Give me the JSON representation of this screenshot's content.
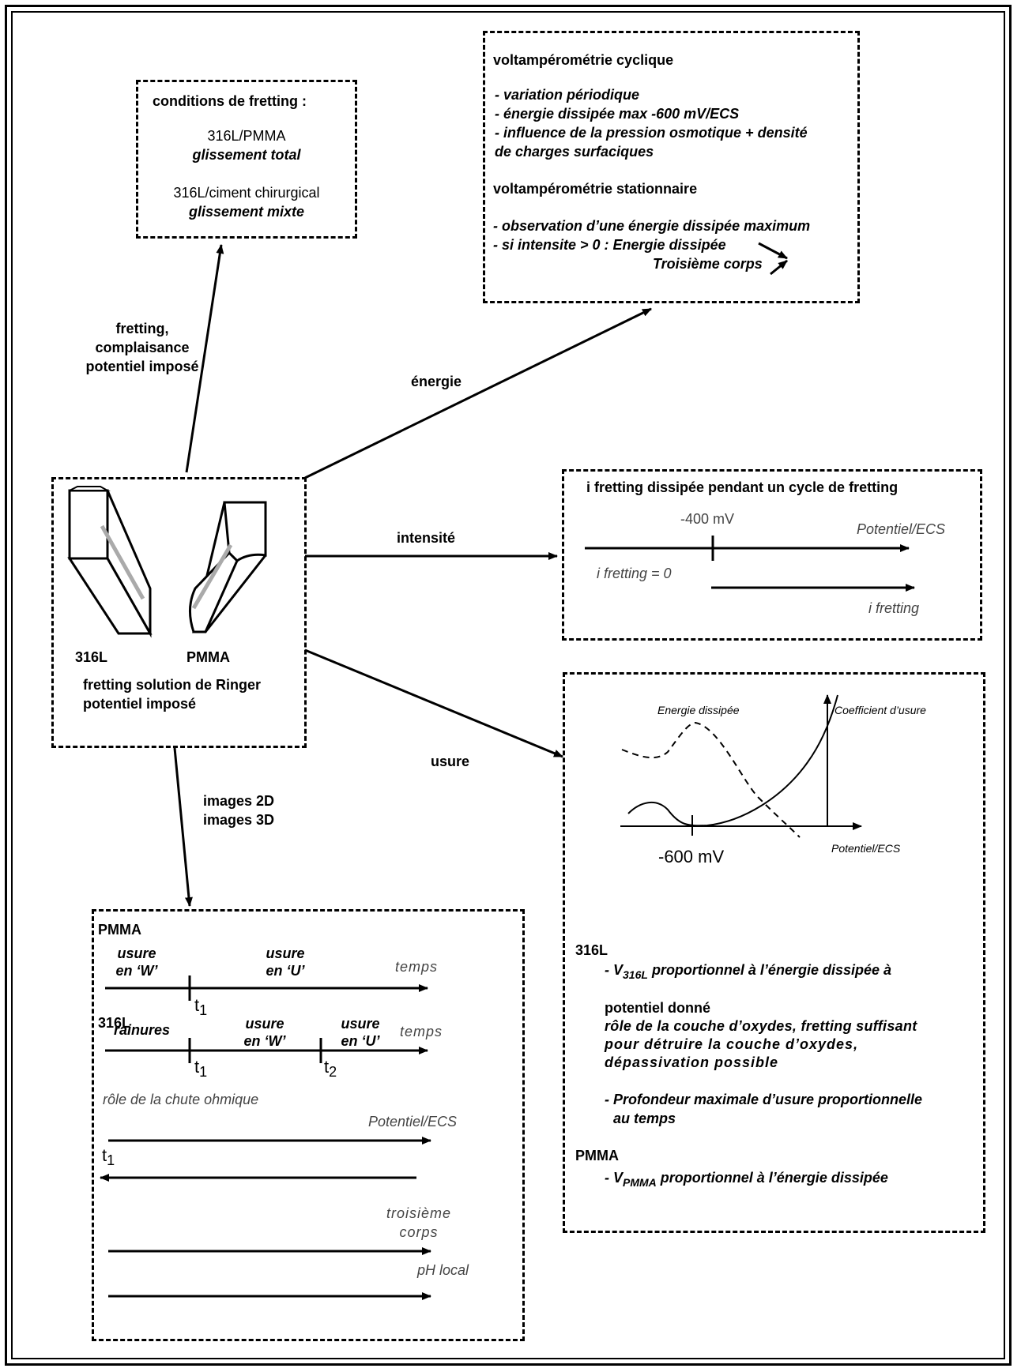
{
  "conditions": {
    "title": "conditions de fretting :",
    "pair1": "316L/PMMA",
    "pair1_regime": "glissement total",
    "pair2": "316L/ciment chirurgical",
    "pair2_regime": "glissement mixte"
  },
  "arrow_labels": {
    "fretting_line1": "fretting,",
    "fretting_line2": "complaisance",
    "fretting_line3": "potentiel imposé",
    "energie": "énergie",
    "intensite": "intensité",
    "usure": "usure",
    "images_line1": "images 2D",
    "images_line2": "images 3D"
  },
  "voltammetry": {
    "cyclic_title": "voltampérométrie cyclique",
    "cyclic_items": [
      "- variation périodique",
      "- énergie dissipée max -600 mV/ECS",
      "- influence de la pression osmotique + densité",
      " de charges surfaciques"
    ],
    "stationary_title": "voltampérométrie stationnaire",
    "stationary_items": [
      " - observation d’une énergie dissipée maximum",
      "- si intensite > 0 : Energie dissipée",
      "Troisième corps"
    ]
  },
  "samples": {
    "label_316l": "316L",
    "label_pmma": "PMMA",
    "line1": "fretting solution de Ringer",
    "line2": "potentiel imposé"
  },
  "intensity_box": {
    "title": "i fretting dissipée pendant un cycle de fretting",
    "threshold": "-400 mV",
    "axis_label": "Potentiel/ECS",
    "zero_label": "i fretting = 0",
    "i_label": "i fretting"
  },
  "wear_graph": {
    "energy_label": "Energie dissipée",
    "coeff_label": "Coefficient d’usure",
    "x_label": "Potentiel/ECS",
    "tick_label": "-600 mV"
  },
  "conclusions": {
    "h316l": "316L",
    "v_prefix": "- V",
    "v_sub": "316L",
    "v_rest": " proportionnel à l’énergie dissipée à",
    "lines": [
      "potentiel donné",
      "rôle de la couche d’oxydes, fretting suffisant",
      "pour détruire la couche d’oxydes,",
      "dépassivation possible"
    ],
    "depth1": "- Profondeur maximale d’usure proportionnelle",
    "depth2": "au temps",
    "hpmma": "PMMA",
    "vp_prefix": "- V",
    "vp_sub": "PMMA",
    "vp_rest": " proportionnel à l’énergie dissipée"
  },
  "timeline": {
    "pmma_title": "PMMA",
    "usure_w1": "usure",
    "usure_w2": "en ‘W’",
    "usure_u1": "usure",
    "usure_u2": "en ‘U’",
    "temps": "temps",
    "t1": "t",
    "t1_sub": "1",
    "s316l_title": "316L",
    "rainures": "rainures",
    "usure2_w1": "usure",
    "usure2_w2": "en ‘W’",
    "usure2_u1": "usure",
    "usure2_u2": "en ‘U’",
    "temps2": "temps",
    "t2": "t",
    "t2_sub": "2",
    "chute": "rôle de la chute ohmique",
    "potentiel": "Potentiel/ECS",
    "t1b": "t",
    "t1b_sub": "1",
    "troisieme1": "troisième",
    "troisieme2": "corps",
    "ph": "pH local"
  }
}
